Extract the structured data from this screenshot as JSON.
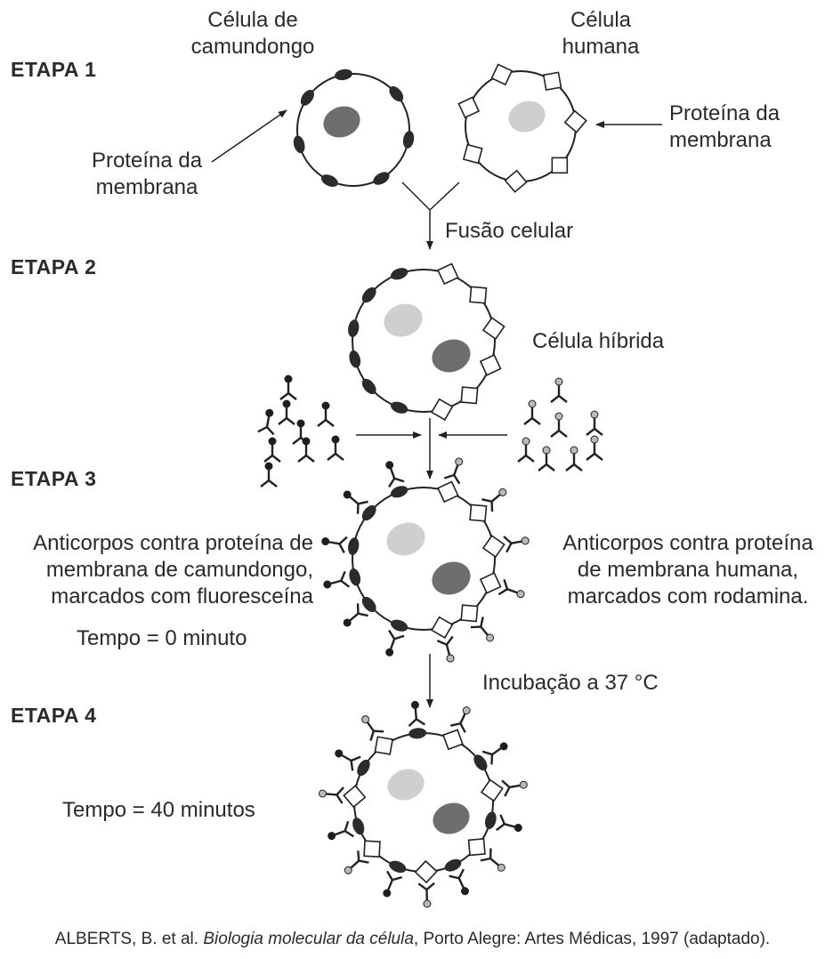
{
  "stages": {
    "s1": "ETAPA 1",
    "s2": "ETAPA 2",
    "s3": "ETAPA 3",
    "s4": "ETAPA 4"
  },
  "labels": {
    "mouse_cell": [
      "Célula de",
      "camundongo"
    ],
    "human_cell": [
      "Célula",
      "humana"
    ],
    "protein_left": [
      "Proteína da",
      "membrana"
    ],
    "protein_right": [
      "Proteína da",
      "membrana"
    ],
    "fusion": "Fusão celular",
    "hybrid": "Célula híbrida",
    "antibody_mouse": [
      "Anticorpos contra proteína de",
      "membrana de camundongo,",
      "marcados com fluoresceína"
    ],
    "antibody_human": [
      "Anticorpos contra proteína",
      "de membrana humana,",
      "marcados com rodamina."
    ],
    "time0": "Tempo = 0 minuto",
    "incubation": "Incubação a 37 °C",
    "time40": "Tempo = 40 minutos"
  },
  "citation": {
    "author": "ALBERTS, B. et al.",
    "title": "Biologia molecular da célula",
    "rest": ", Porto Alegre: Artes Médicas, 1997 (adaptado)."
  },
  "colors": {
    "line": "#222222",
    "dark_protein": "#2b2b2b",
    "dark_nucleus": "#6e6e6e",
    "light_nucleus": "#cfcfcf",
    "rhodamine_tag": "#b9b9b9",
    "fluorescein_tag": "#1e1e1e"
  }
}
